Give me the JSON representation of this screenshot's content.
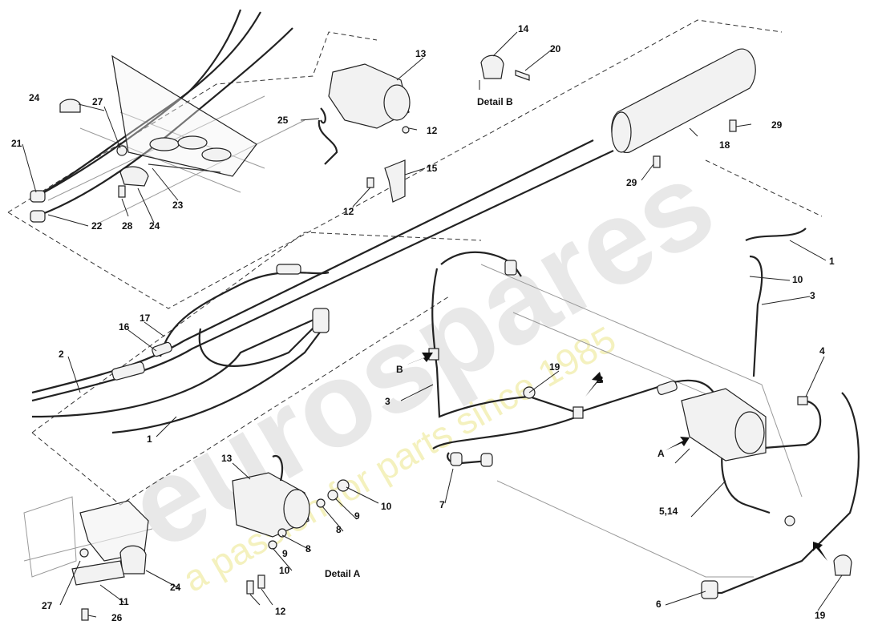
{
  "callouts": [
    {
      "id": "c1a",
      "text": "1"
    },
    {
      "id": "c1b",
      "text": "1"
    },
    {
      "id": "c2",
      "text": "2"
    },
    {
      "id": "c3a",
      "text": "3"
    },
    {
      "id": "c3b",
      "text": "3"
    },
    {
      "id": "c4",
      "text": "4"
    },
    {
      "id": "c514",
      "text": "5,14"
    },
    {
      "id": "c6",
      "text": "6"
    },
    {
      "id": "c7",
      "text": "7"
    },
    {
      "id": "c8a",
      "text": "8"
    },
    {
      "id": "c8b",
      "text": "8"
    },
    {
      "id": "c9a",
      "text": "9"
    },
    {
      "id": "c9b",
      "text": "9"
    },
    {
      "id": "c10a",
      "text": "10"
    },
    {
      "id": "c10b",
      "text": "10"
    },
    {
      "id": "c10c",
      "text": "10"
    },
    {
      "id": "c11",
      "text": "11"
    },
    {
      "id": "c12a",
      "text": "12"
    },
    {
      "id": "c12b",
      "text": "12"
    },
    {
      "id": "c12c",
      "text": "12"
    },
    {
      "id": "c13a",
      "text": "13"
    },
    {
      "id": "c13b",
      "text": "13"
    },
    {
      "id": "c14",
      "text": "14"
    },
    {
      "id": "c15",
      "text": "15"
    },
    {
      "id": "c16",
      "text": "16"
    },
    {
      "id": "c17",
      "text": "17"
    },
    {
      "id": "c18",
      "text": "18"
    },
    {
      "id": "c19a",
      "text": "19"
    },
    {
      "id": "c19b",
      "text": "19"
    },
    {
      "id": "c20",
      "text": "20"
    },
    {
      "id": "c21",
      "text": "21"
    },
    {
      "id": "c22",
      "text": "22"
    },
    {
      "id": "c23",
      "text": "23"
    },
    {
      "id": "c24a",
      "text": "24"
    },
    {
      "id": "c24b",
      "text": "24"
    },
    {
      "id": "c24c",
      "text": "24"
    },
    {
      "id": "c25",
      "text": "25"
    },
    {
      "id": "c26",
      "text": "26"
    },
    {
      "id": "c27a",
      "text": "27"
    },
    {
      "id": "c27b",
      "text": "27"
    },
    {
      "id": "c28",
      "text": "28"
    },
    {
      "id": "c29a",
      "text": "29"
    },
    {
      "id": "c29b",
      "text": "29"
    }
  ],
  "arrow_labels": {
    "a": "A",
    "b1": "B",
    "b2": "B"
  },
  "details": {
    "a": "Detail A",
    "b": "Detail B"
  },
  "watermark": {
    "brand": "eurospares",
    "tagline": "a passion for parts since 1985"
  }
}
